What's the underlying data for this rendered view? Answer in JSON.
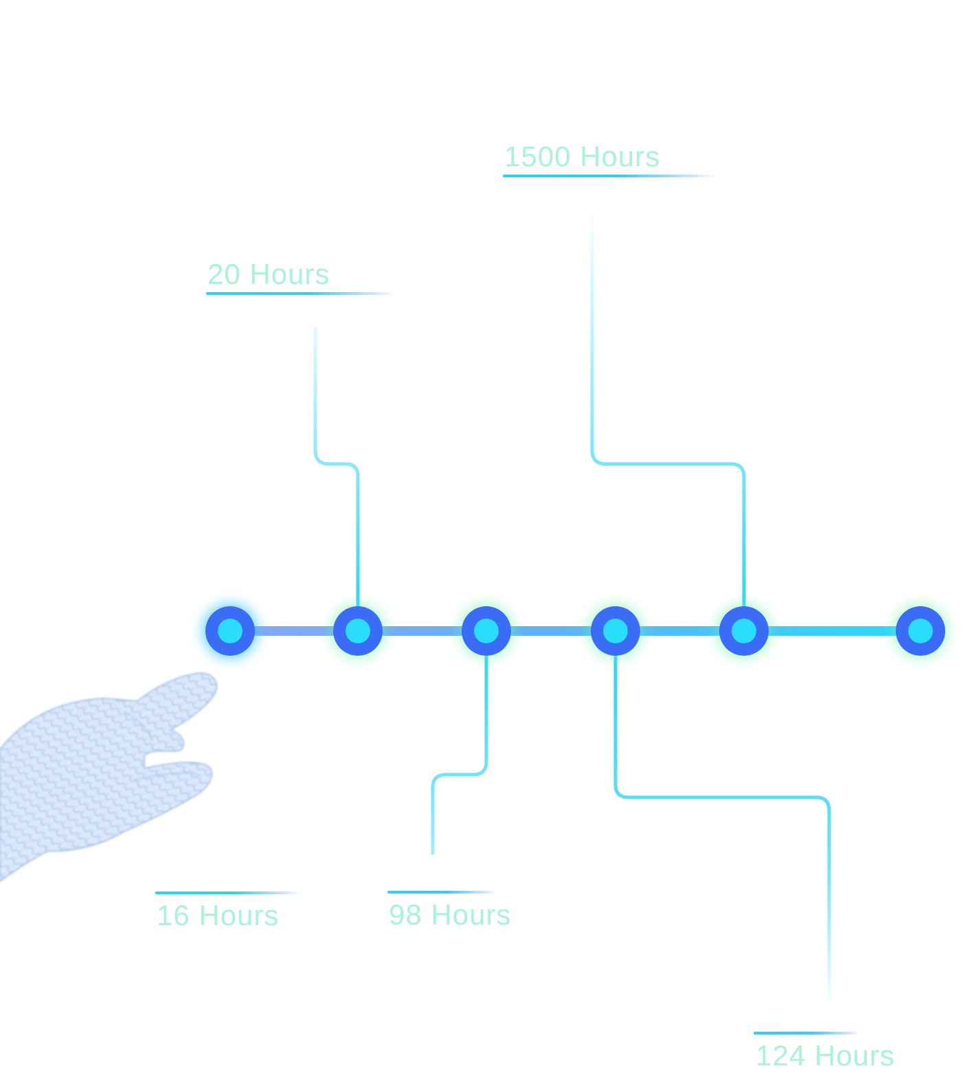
{
  "milestones": [
    {
      "label": "20 Hours"
    },
    {
      "label": "1500 Hours"
    },
    {
      "label": "16 Hours"
    },
    {
      "label": "98 Hours"
    },
    {
      "label": "124 Hours"
    }
  ],
  "colors": {
    "node_ring": "#3a6cf5",
    "node_core": "#29ddfb",
    "glow": "#6ff0a8",
    "connector": "#2dd6f4",
    "label_text": "#a9f3d6",
    "hand": "#a9c6ec"
  },
  "icons": {
    "hand": "pointing-hand-icon"
  }
}
